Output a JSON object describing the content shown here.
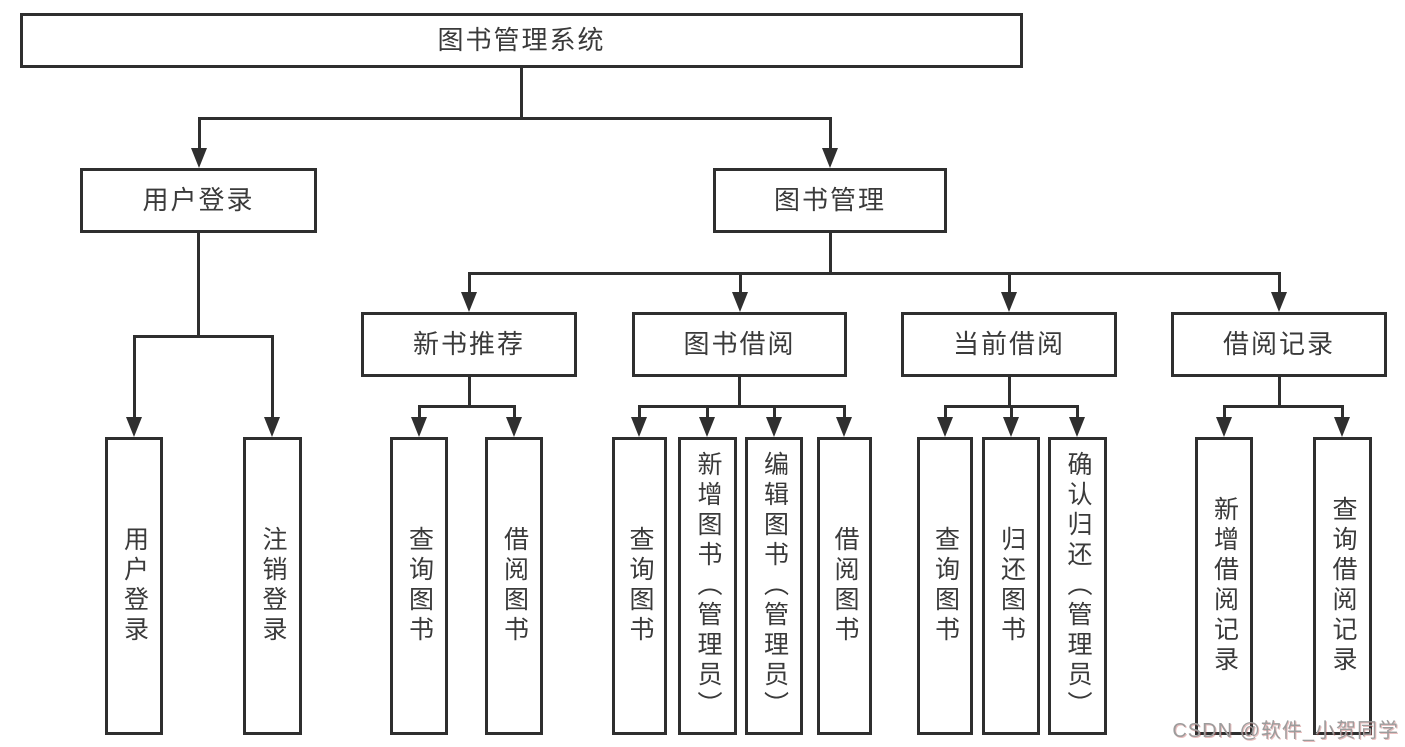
{
  "diagram": {
    "title": "图书管理系统",
    "watermark": "CSDN @软件_小贺同学",
    "colors": {
      "line": "#2f2f2f",
      "box_border": "#2f2f2f",
      "text": "#3a3a3a",
      "background": "#ffffff",
      "watermark": "#9c9c9c"
    },
    "nodes": {
      "root": {
        "label": "图书管理系统",
        "children": [
          "user-login",
          "book-mgmt"
        ]
      },
      "user-login": {
        "label": "用户登录",
        "children": [
          "leaf-user-login",
          "leaf-logout"
        ]
      },
      "book-mgmt": {
        "label": "图书管理",
        "children": [
          "new-book-recommend",
          "book-borrow",
          "current-borrow",
          "borrow-records"
        ]
      },
      "new-book-recommend": {
        "label": "新书推荐",
        "children": [
          "leaf-rec-query",
          "leaf-rec-borrow"
        ]
      },
      "book-borrow": {
        "label": "图书借阅",
        "children": [
          "leaf-bor-query",
          "leaf-bor-add",
          "leaf-bor-edit",
          "leaf-bor-borrow"
        ]
      },
      "current-borrow": {
        "label": "当前借阅",
        "children": [
          "leaf-cur-query",
          "leaf-cur-return",
          "leaf-cur-confirm"
        ]
      },
      "borrow-records": {
        "label": "借阅记录",
        "children": [
          "leaf-log-add",
          "leaf-log-query"
        ]
      },
      "leaf-user-login": {
        "label": "用户登录",
        "children": []
      },
      "leaf-logout": {
        "label": "注销登录",
        "children": []
      },
      "leaf-rec-query": {
        "label": "查询图书",
        "children": []
      },
      "leaf-rec-borrow": {
        "label": "借阅图书",
        "children": []
      },
      "leaf-bor-query": {
        "label": "查询图书",
        "children": []
      },
      "leaf-bor-add": {
        "label": "新增图书（管理员）",
        "children": []
      },
      "leaf-bor-edit": {
        "label": "编辑图书（管理员）",
        "children": []
      },
      "leaf-bor-borrow": {
        "label": "借阅图书",
        "children": []
      },
      "leaf-cur-query": {
        "label": "查询图书",
        "children": []
      },
      "leaf-cur-return": {
        "label": "归还图书",
        "children": []
      },
      "leaf-cur-confirm": {
        "label": "确认归还（管理员）",
        "children": []
      },
      "leaf-log-add": {
        "label": "新增借阅记录",
        "children": []
      },
      "leaf-log-query": {
        "label": "查询借阅记录",
        "children": []
      }
    }
  }
}
